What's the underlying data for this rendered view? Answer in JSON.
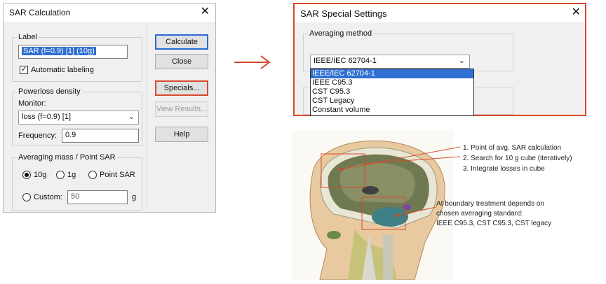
{
  "sar_dialog": {
    "title": "SAR Calculation",
    "label_group": {
      "legend": "Label",
      "value": "SAR (f=0.9) [1] (10g)",
      "auto_label": "Automatic labeling",
      "auto_checked": true
    },
    "powerloss": {
      "legend": "Powerloss density",
      "monitor_label": "Monitor:",
      "monitor_value": "loss (f=0.9) [1]",
      "frequency_label": "Frequency:",
      "frequency_value": "0.9"
    },
    "averaging": {
      "legend": "Averaging mass / Point SAR",
      "opt_10g": "10g",
      "opt_1g": "1g",
      "opt_point": "Point SAR",
      "opt_custom": "Custom:",
      "custom_value": "50",
      "unit": "g",
      "selected": "10g"
    },
    "buttons": {
      "calculate": "Calculate",
      "close": "Close",
      "specials": "Specials...",
      "view_results": "View Results...",
      "help": "Help"
    }
  },
  "special_dialog": {
    "title": "SAR Special Settings",
    "group_legend": "Averaging method",
    "combo_value": "IEEE/IEC 62704-1",
    "options": [
      "IEEE/IEC 62704-1",
      "IEEE C95.3",
      "CST C95.3",
      "CST Legacy",
      "Constant volume"
    ],
    "selected_index": 0
  },
  "illustration": {
    "steps": [
      "1. Point of avg. SAR calculation",
      "2. Search for 10 g cube (iteratively)",
      "3. Integrate losses in cube"
    ],
    "boundary_note": [
      "At boundary treatment depends on",
      "chosen averaging standard:",
      "IEEE C95.3, CST C95.3, CST legacy"
    ]
  },
  "colors": {
    "highlight": "#d74a2a",
    "selection": "#2f6fd1",
    "default_button": "#2a6bd6"
  },
  "icons": {
    "close": "close-icon",
    "dropdown": "chevron-down-icon",
    "arrow": "arrow-right-icon"
  }
}
